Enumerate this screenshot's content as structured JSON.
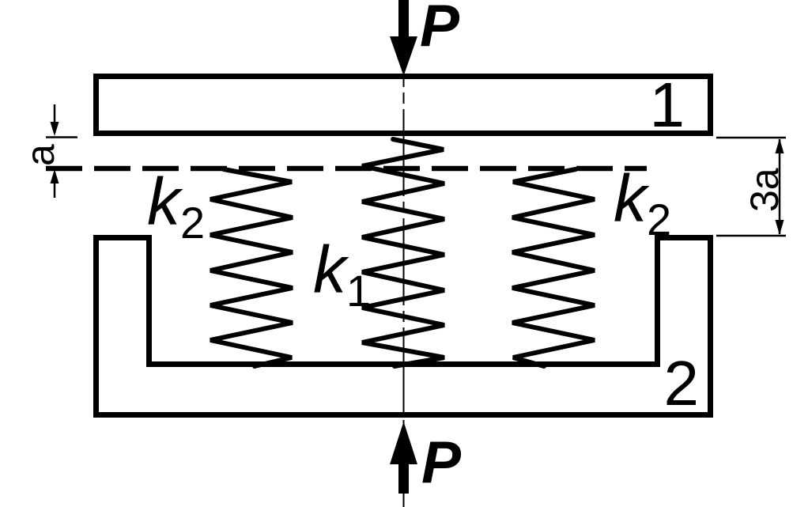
{
  "colors": {
    "line": "#000000",
    "background": "#ffffff"
  },
  "labels": {
    "force_top": "P",
    "force_bottom": "P",
    "top_plate": "1",
    "bottom_channel": "2",
    "spring_middle": {
      "base": "k",
      "sub": "1"
    },
    "spring_side_left": {
      "base": "k",
      "sub": "2"
    },
    "spring_side_right": {
      "base": "k",
      "sub": "2"
    },
    "dim_gap": "a",
    "dim_side": "3a"
  }
}
